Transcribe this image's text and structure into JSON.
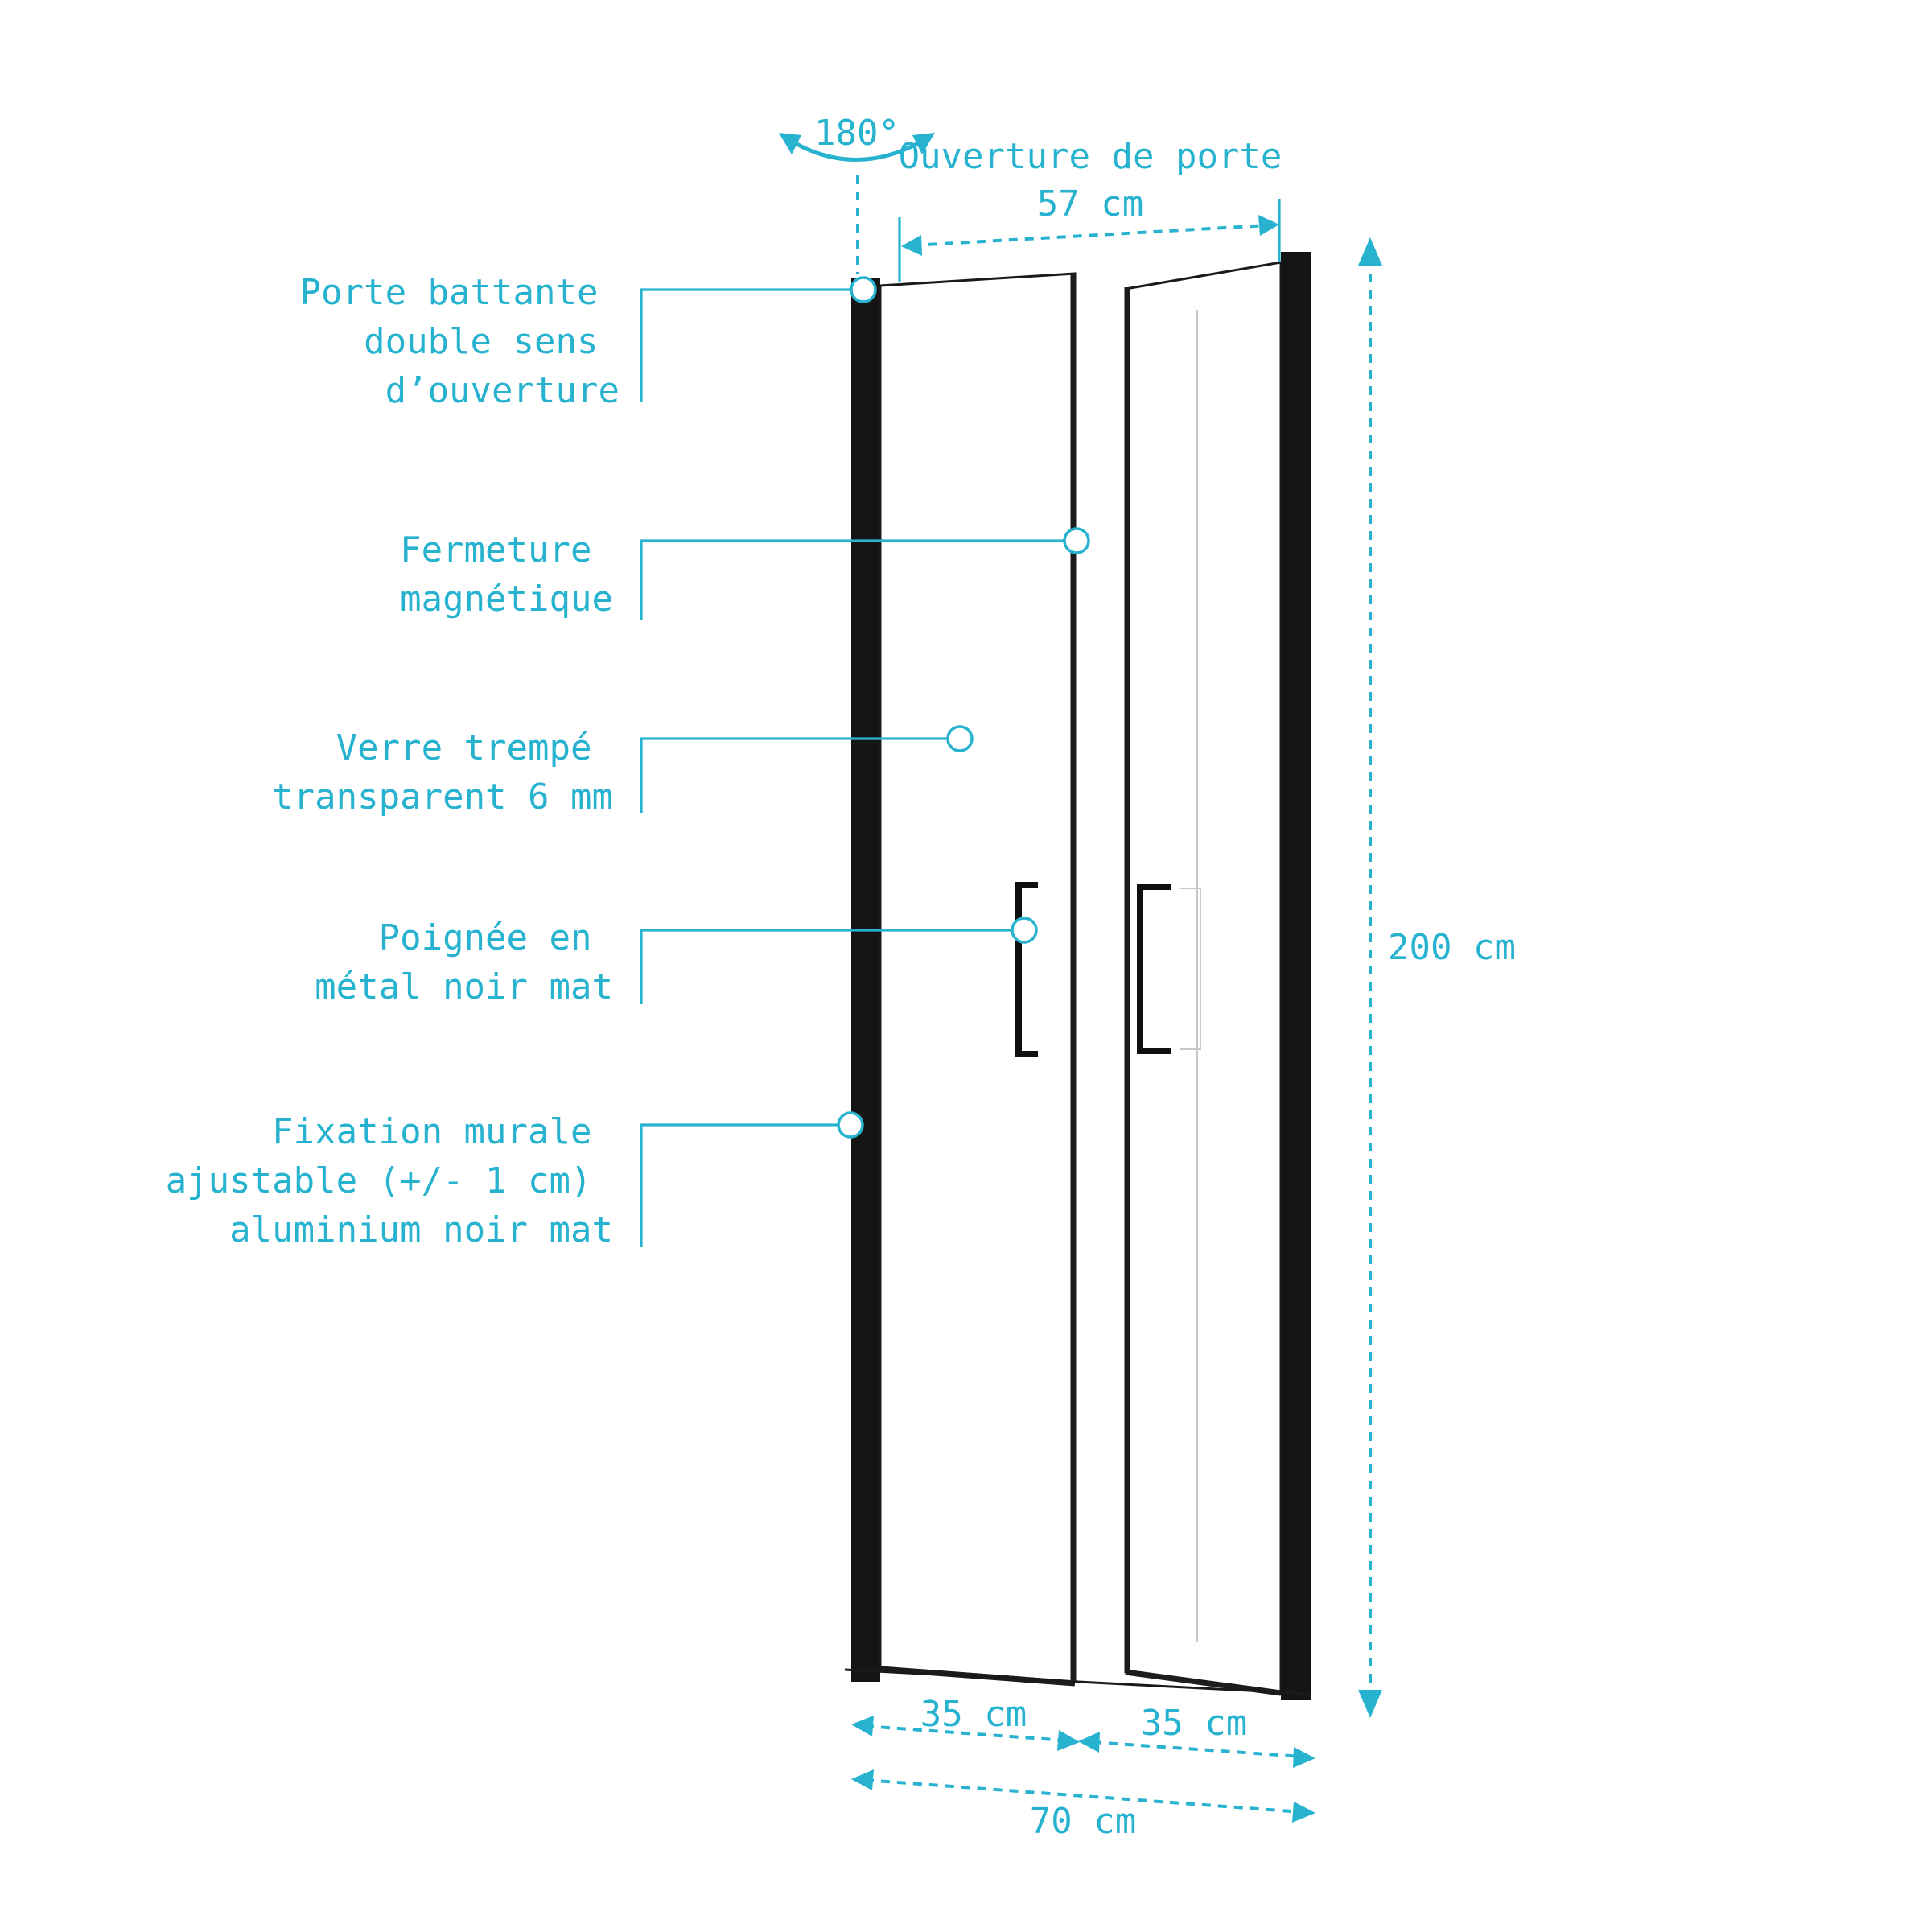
{
  "colors": {
    "accent": "#27b3cf",
    "frame": "#151515",
    "background": "#ffffff"
  },
  "rotation": {
    "label": "180°"
  },
  "opening": {
    "line1": "Ouverture de porte",
    "line2": "57 cm"
  },
  "height": {
    "label": "200 cm"
  },
  "widths": {
    "left_panel": "35 cm",
    "right_panel": "35 cm",
    "total": "70 cm"
  },
  "callouts": [
    {
      "lines": [
        "Porte battante",
        "double sens",
        "d’ouverture"
      ]
    },
    {
      "lines": [
        "Fermeture",
        "magnétique"
      ]
    },
    {
      "lines": [
        "Verre trempé",
        "transparent 6 mm"
      ]
    },
    {
      "lines": [
        "Poignée en",
        "métal noir mat"
      ]
    },
    {
      "lines": [
        "Fixation murale",
        "ajustable (+/- 1 cm)",
        "aluminium noir mat"
      ]
    }
  ]
}
